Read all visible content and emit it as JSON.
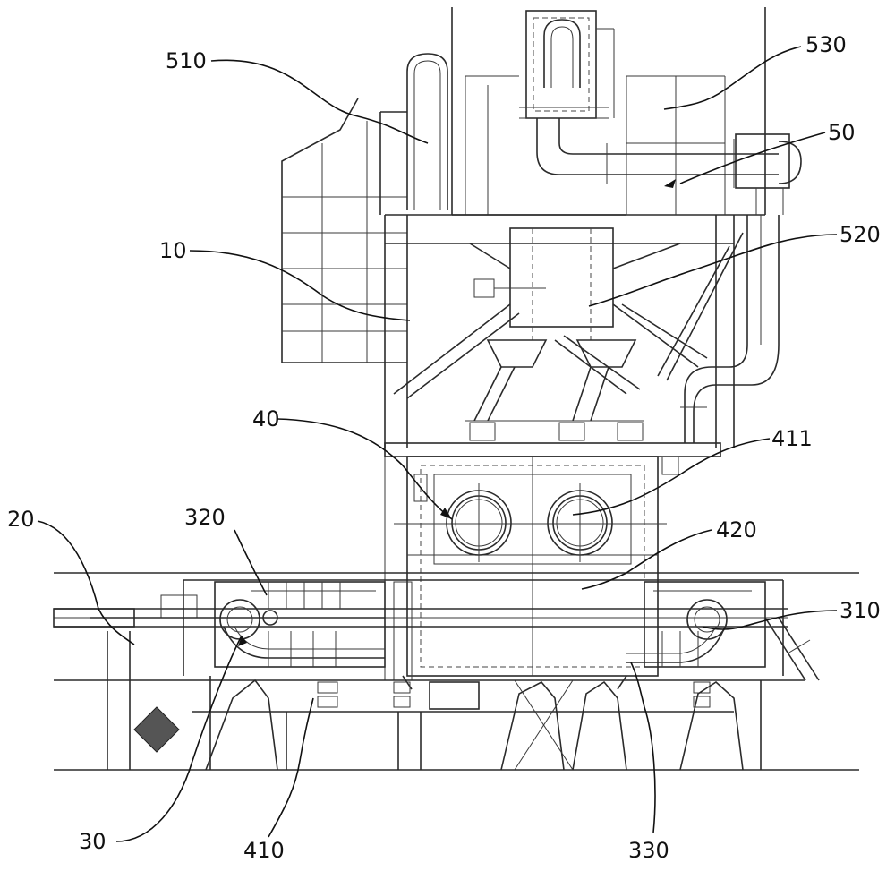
{
  "labels": {
    "l510": "510",
    "l530": "530",
    "l50": "50",
    "l520": "520",
    "l10": "10",
    "l40": "40",
    "l411": "411",
    "l320": "320",
    "l20": "20",
    "l420": "420",
    "l310": "310",
    "l30": "30",
    "l410": "410",
    "l330": "330"
  }
}
